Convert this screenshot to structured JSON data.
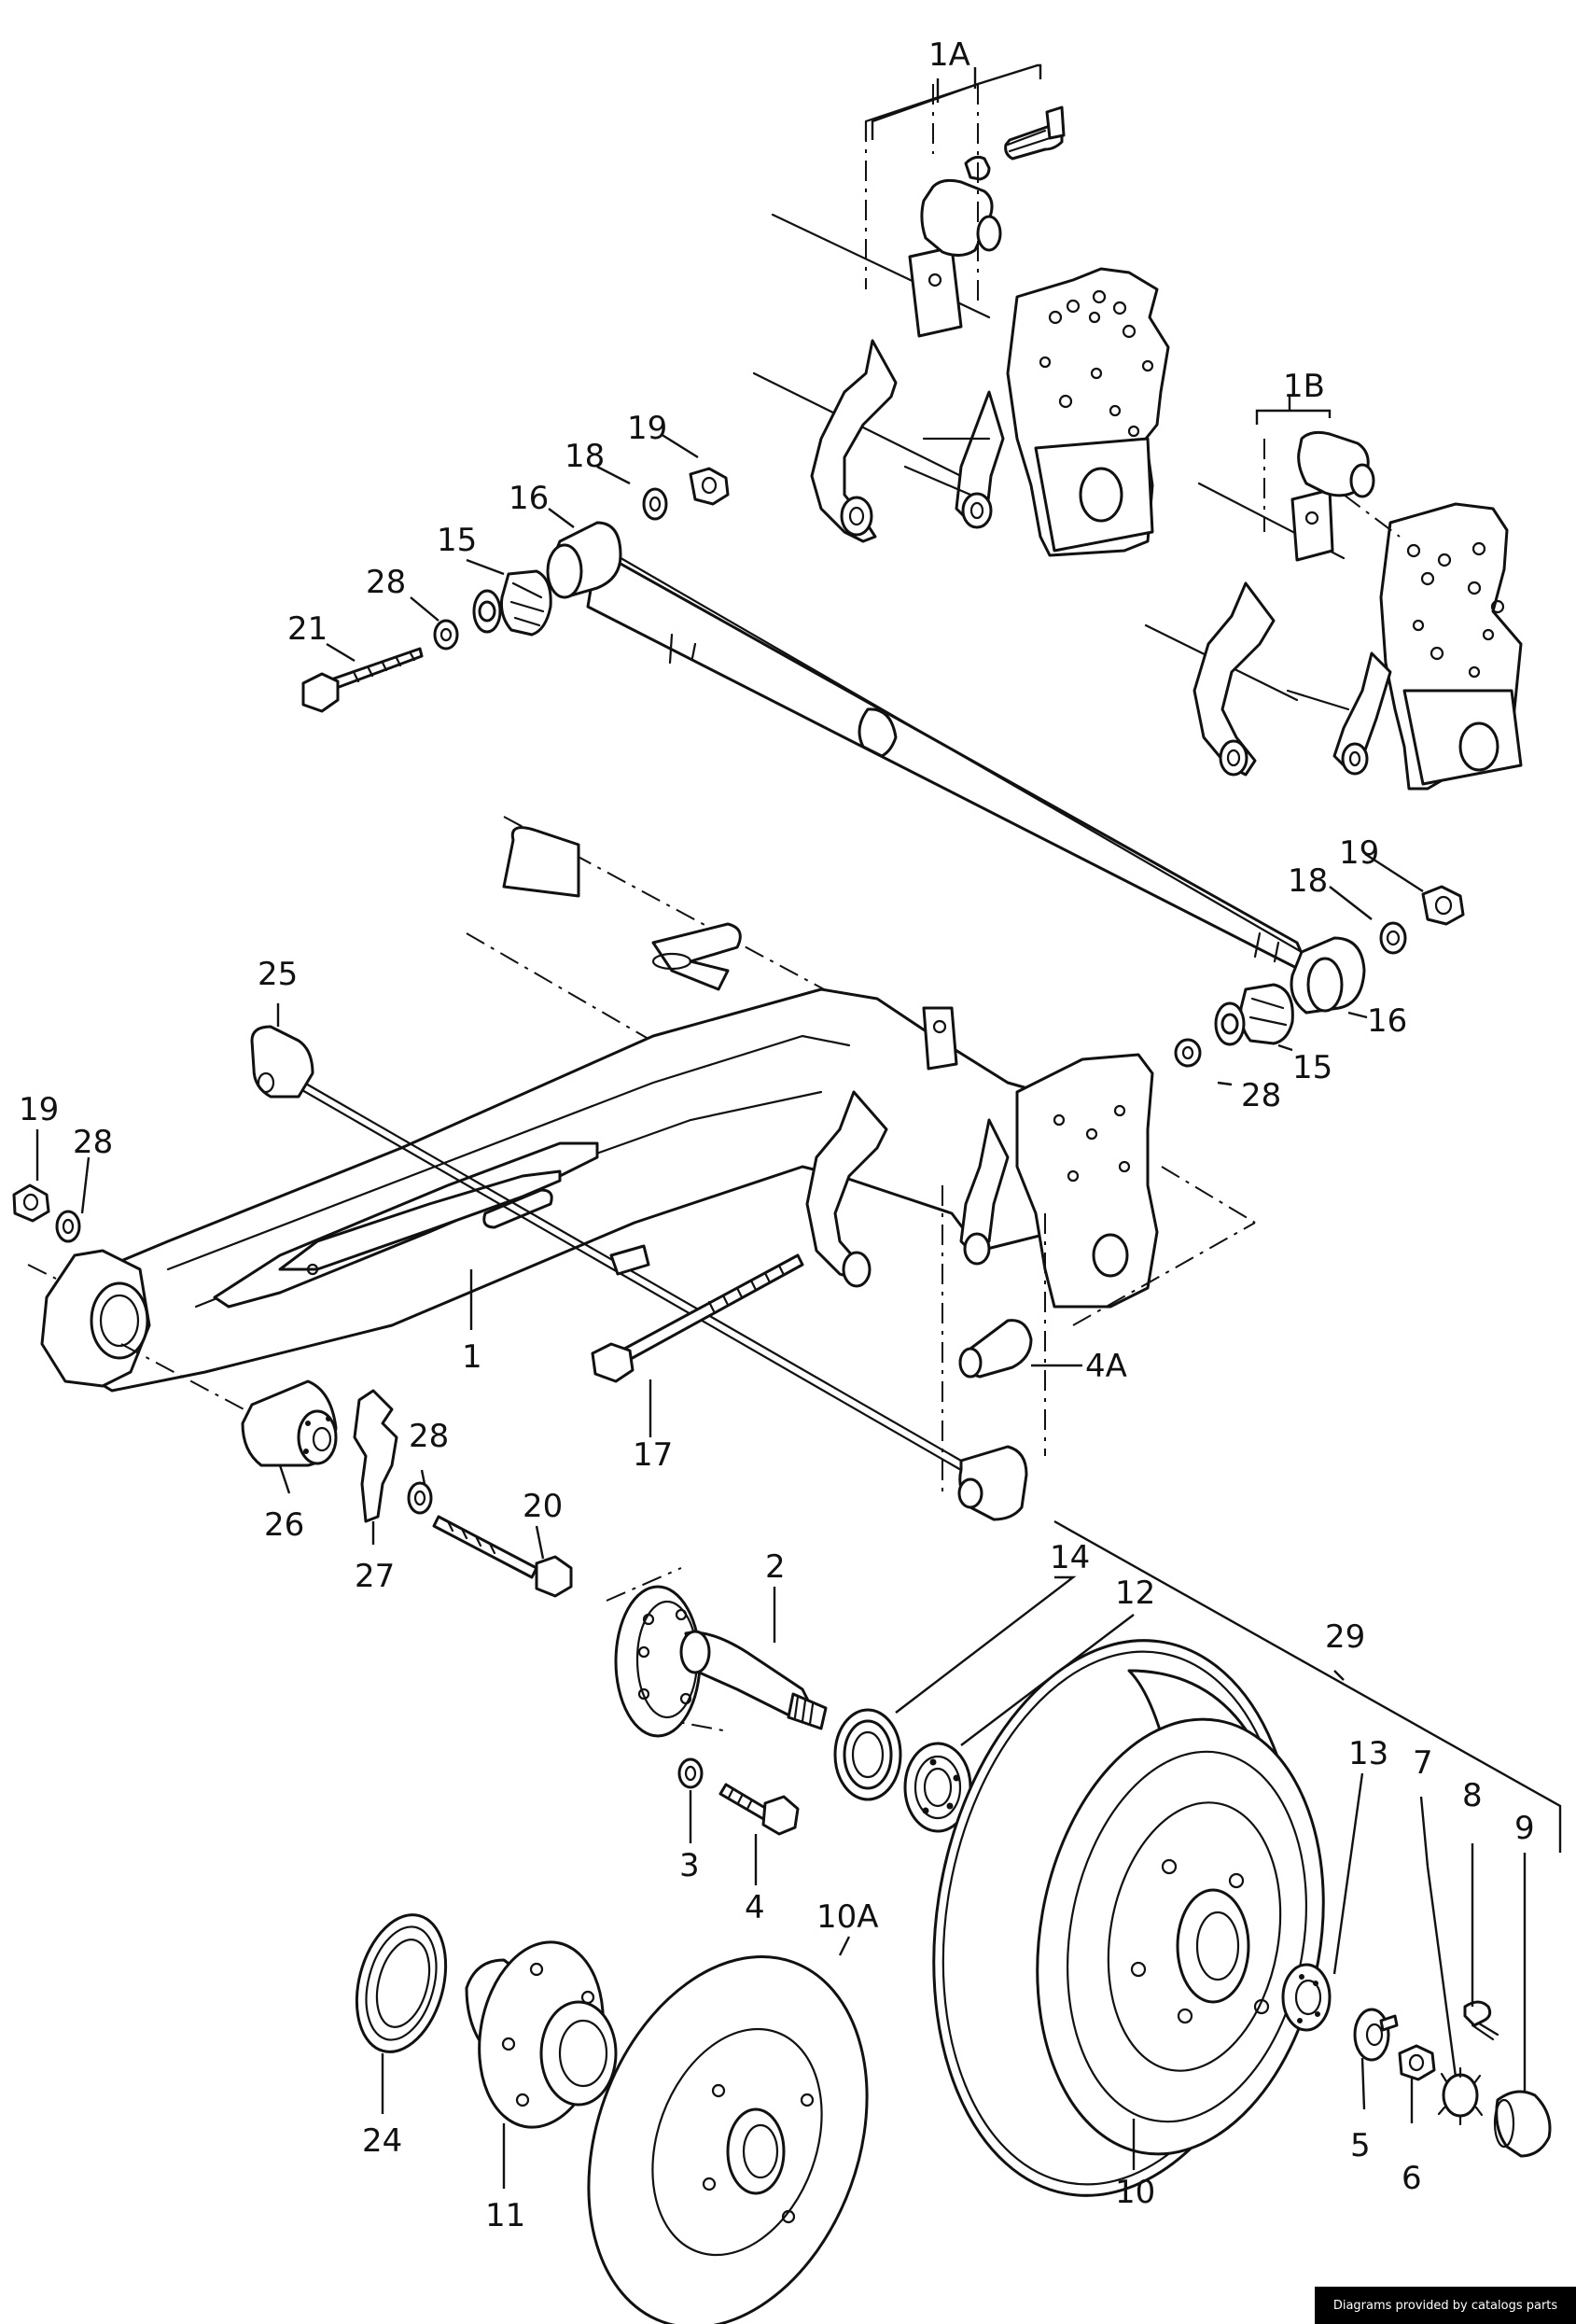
{
  "credit": "Diagrams provided by catalogs parts",
  "callouts": {
    "p1A": "1A",
    "p1B": "1B",
    "p1": "1",
    "p2": "2",
    "p3": "3",
    "p4": "4",
    "p4A": "4A",
    "p5": "5",
    "p6": "6",
    "p7": "7",
    "p8": "8",
    "p9": "9",
    "p10": "10",
    "p10A": "10A",
    "p11": "11",
    "p12": "12",
    "p13": "13",
    "p14": "14",
    "p15a": "15",
    "p15b": "15",
    "p16a": "16",
    "p16b": "16",
    "p17": "17",
    "p18a": "18",
    "p18b": "18",
    "p19a": "19",
    "p19b": "19",
    "p19c": "19",
    "p20": "20",
    "p21": "21",
    "p24": "24",
    "p25": "25",
    "p26": "26",
    "p27": "27",
    "p28a": "28",
    "p28b": "28",
    "p28c": "28",
    "p28d": "28",
    "p29": "29"
  }
}
